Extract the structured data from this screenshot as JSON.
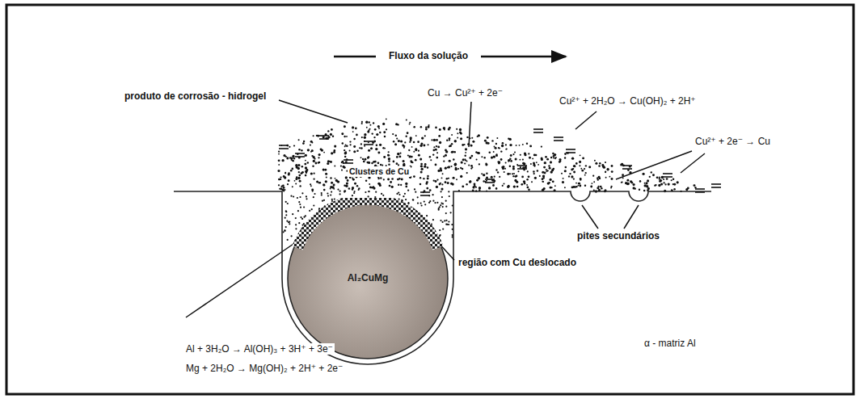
{
  "diagram": {
    "nodes": [
      {
        "text": [
          "Al₂CuMg"
        ]
      }
    ],
    "labels": [
      "Fluxo da solução",
      "produto de corrosão - hidrogel",
      "Cu → Cu²⁺ + 2e⁻",
      "Cu²⁺ + 2H₂O → Cu(OH)₂ + 2H⁺",
      "Cu²⁺ + 2e⁻ → Cu",
      "Clusters de Cu",
      "pites secundários",
      "região com Cu deslocado",
      "α - matriz Al",
      "Al + 3H₂O → Al(OH)₃ + 3H⁺ + 3e⁻",
      "Mg + 2H₂O → Mg(OH)₂ + 2H⁺ + 2e⁻"
    ]
  }
}
